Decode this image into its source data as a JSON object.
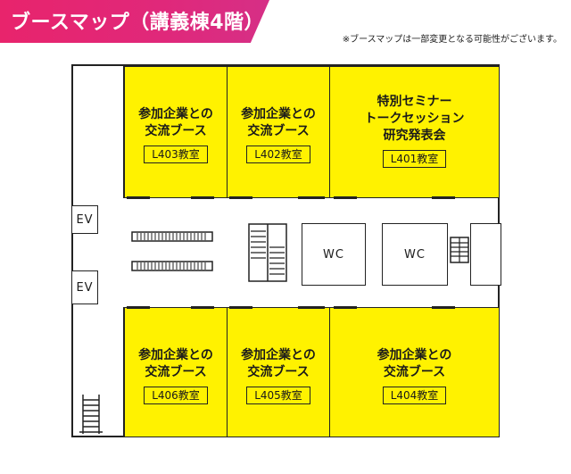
{
  "header": {
    "title": "ブースマップ（講義棟4階）",
    "note": "※ブースマップは一部変更となる可能性がございます。"
  },
  "rooms": [
    {
      "id": "L403",
      "title": "参加企業との\n交流ブース",
      "number": "L403教室"
    },
    {
      "id": "L402",
      "title": "参加企業との\n交流ブース",
      "number": "L402教室"
    },
    {
      "id": "L401",
      "title": "特別セミナー\nトークセッション\n研究発表会",
      "number": "L401教室"
    },
    {
      "id": "L406",
      "title": "参加企業との\n交流ブース",
      "number": "L406教室"
    },
    {
      "id": "L405",
      "title": "参加企業との\n交流ブース",
      "number": "L405教室"
    },
    {
      "id": "L404",
      "title": "参加企業との\n交流ブース",
      "number": "L404教室"
    }
  ],
  "facilities": {
    "ev_top": "EV",
    "ev_bottom": "EV",
    "wc_left": "WC",
    "wc_right": "WC"
  },
  "colors": {
    "banner": "#e8246c",
    "room_fill": "#fff200",
    "line": "#222222"
  }
}
